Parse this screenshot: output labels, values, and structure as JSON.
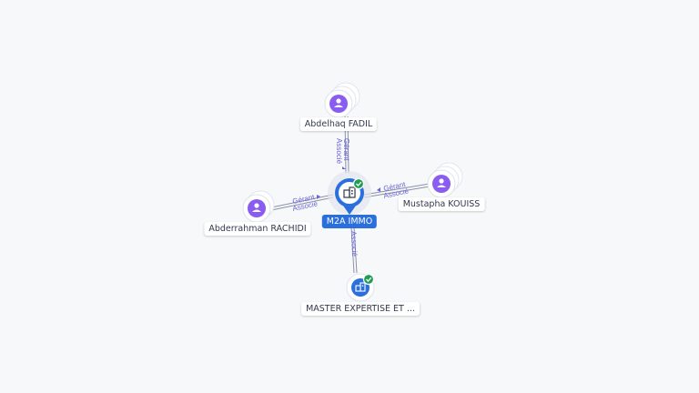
{
  "colors": {
    "person": "#8a5cf0",
    "company": "#2a6fdb",
    "verified": "#1e9e55",
    "edge": "#8b92a8",
    "edge_label": "#6a64d8"
  },
  "nodes": {
    "center": {
      "label": "M2A IMMO",
      "icon": "building-icon"
    },
    "fadil": {
      "label": "Abdelhaq FADIL",
      "icon": "person-icon"
    },
    "kouiss": {
      "label": "Mustapha KOUISS",
      "icon": "person-icon"
    },
    "rachidi": {
      "label": "Abderrahman RACHIDI",
      "icon": "person-icon"
    },
    "master": {
      "label": "MASTER EXPERTISE ET ...",
      "icon": "building-icon"
    }
  },
  "edges": {
    "fadil": [
      "Gérant",
      "Associé"
    ],
    "kouiss": [
      "Gérant",
      "Associé"
    ],
    "rachidi": [
      "Gérant",
      "Associé"
    ],
    "master": [
      "Associé"
    ]
  }
}
